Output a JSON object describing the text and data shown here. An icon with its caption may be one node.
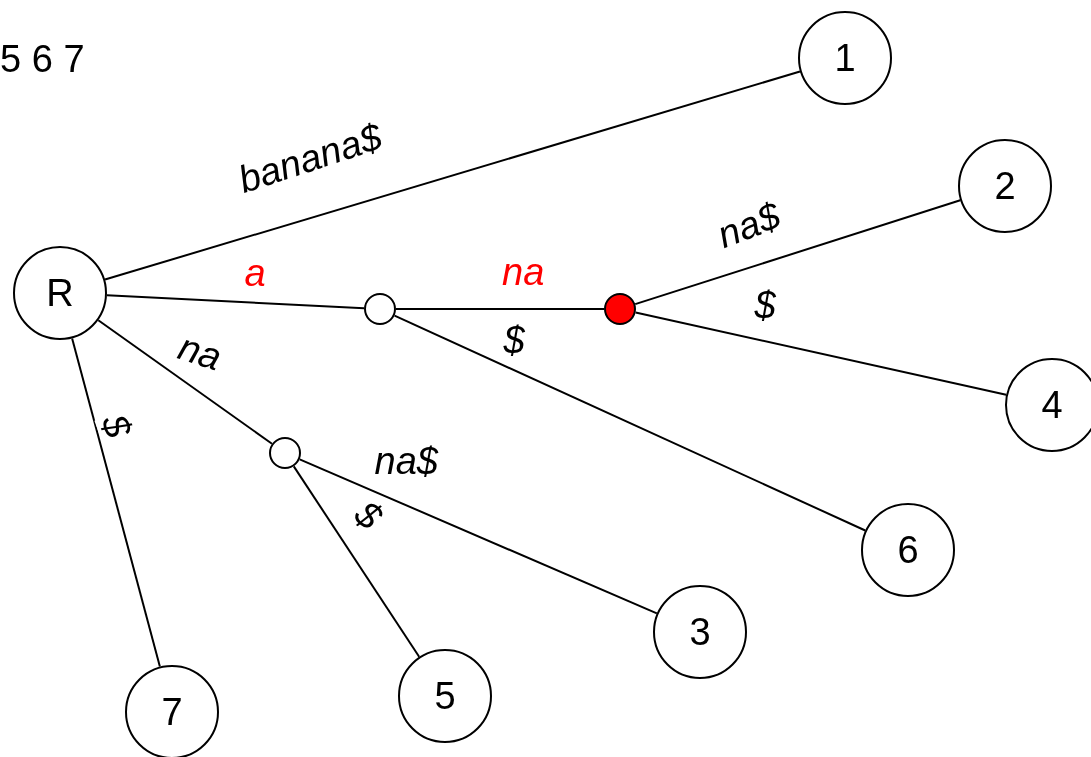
{
  "diagram": {
    "nodes": [
      {
        "text": [
          "R"
        ]
      },
      {
        "text": [
          "1"
        ]
      },
      {
        "text": [
          "2"
        ]
      },
      {
        "text": [],
        "shape": "circle"
      },
      {
        "text": [],
        "shape": "circle"
      },
      {
        "text": [
          "4"
        ]
      },
      {
        "text": [],
        "shape": "circle"
      },
      {
        "text": [
          "6"
        ]
      },
      {
        "text": [
          "3"
        ]
      },
      {
        "text": [
          "5"
        ]
      },
      {
        "text": [
          "7"
        ]
      }
    ],
    "edges": [
      {
        "from": 0,
        "to": 1,
        "arrow": "none",
        "label": "banana$"
      },
      {
        "from": 0,
        "to": 3,
        "arrow": "none",
        "label": "a"
      },
      {
        "from": 3,
        "to": 4,
        "arrow": "none",
        "label": "na"
      },
      {
        "from": 4,
        "to": 2,
        "arrow": "none",
        "label": "na$"
      },
      {
        "from": 4,
        "to": 5,
        "arrow": "none",
        "label": "$"
      },
      {
        "from": 3,
        "to": 7,
        "arrow": "none",
        "label": "$"
      },
      {
        "from": 0,
        "to": 6,
        "arrow": "none",
        "label": "na"
      },
      {
        "from": 6,
        "to": 8,
        "arrow": "none",
        "label": "na$"
      },
      {
        "from": 6,
        "to": 9,
        "arrow": "none",
        "label": "$"
      },
      {
        "from": 0,
        "to": 10,
        "arrow": "none",
        "label": "$"
      }
    ],
    "labels": [
      "5 6 7"
    ]
  }
}
